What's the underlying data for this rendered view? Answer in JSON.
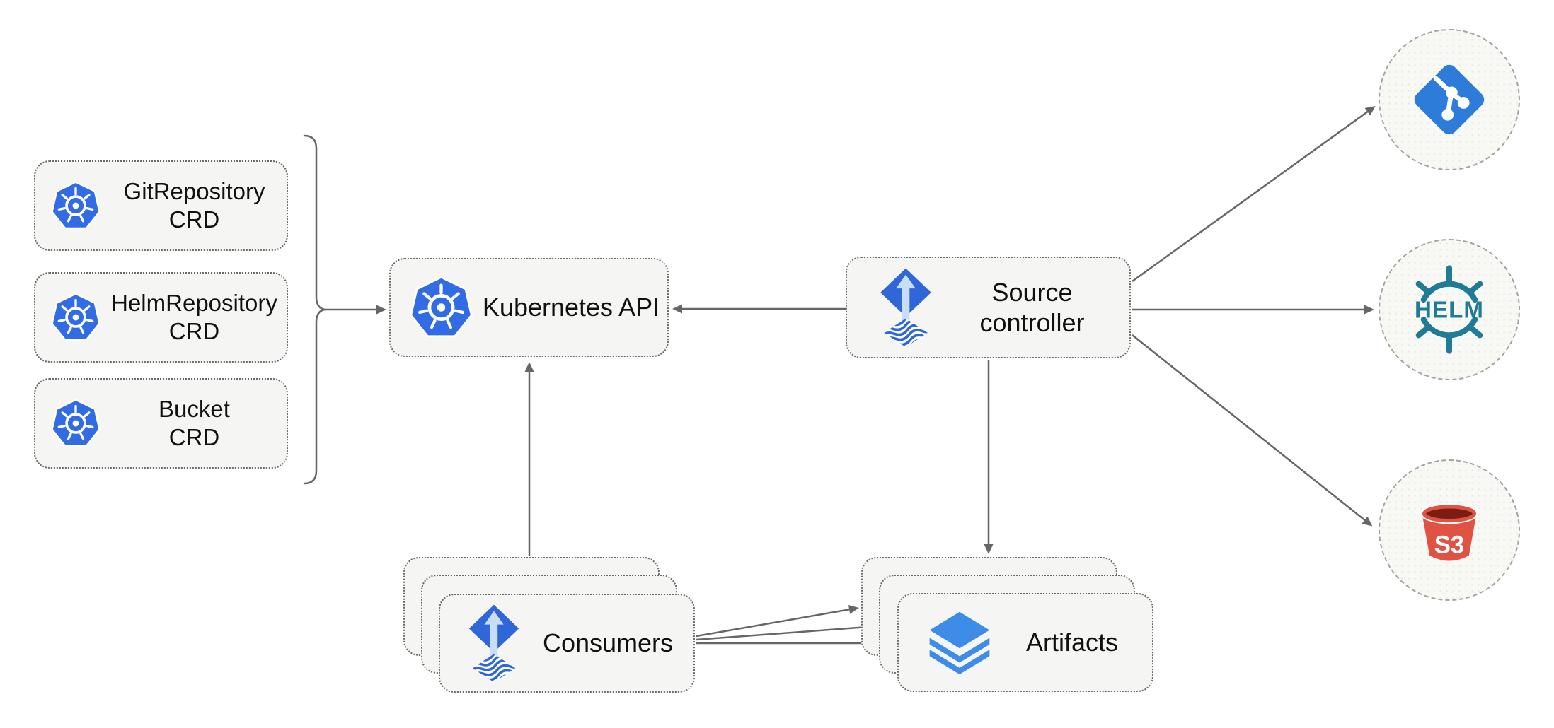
{
  "nodes": {
    "git_repository_crd": {
      "line1": "GitRepository",
      "line2": "CRD"
    },
    "helm_repository_crd": {
      "line1": "HelmRepository",
      "line2": "CRD"
    },
    "bucket_crd": {
      "line1": "Bucket",
      "line2": "CRD"
    },
    "kubernetes_api": {
      "label": "Kubernetes API"
    },
    "source_controller": {
      "line1": "Source",
      "line2": "controller"
    },
    "consumers": {
      "label": "Consumers"
    },
    "artifacts": {
      "label": "Artifacts"
    }
  },
  "externals": {
    "git": {
      "icon": "git-icon"
    },
    "helm": {
      "icon": "helm-icon",
      "label": "HELM"
    },
    "s3": {
      "icon": "s3-icon",
      "label": "S3"
    }
  },
  "colors": {
    "kubernetes_blue": "#326CE5",
    "flux_blue": "#2F66D8",
    "flux_arrow_light": "#C9DDF5",
    "git_blue": "#2E7CD9",
    "helm_teal": "#1F7B96",
    "s3_red": "#E05243",
    "s3_dark": "#7B1D13",
    "layers_blue": "#3D8CE8",
    "line_gray": "#666666",
    "box_fill": "#F5F5F3",
    "circle_fill": "#F8F8F4",
    "border_dot": "#6B6B6B",
    "border_dash": "#A3A3A3",
    "text_color": "#111111"
  }
}
